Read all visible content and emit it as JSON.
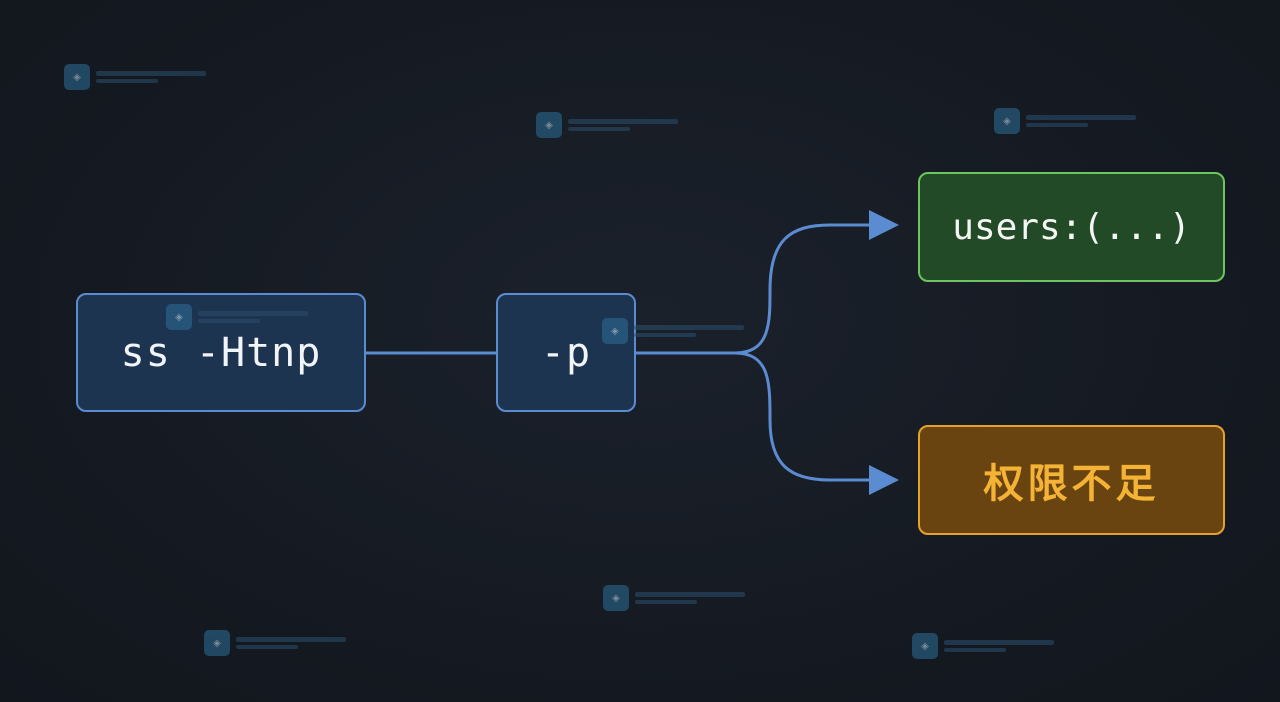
{
  "nodes": {
    "command": "ss -Htnp",
    "flag": "-p",
    "result_ok": "users:(...)",
    "result_denied": "权限不足"
  },
  "colors": {
    "background": "#161b23",
    "command_border": "#5b8bd1",
    "command_fill": "#1d3450",
    "success_border": "#6cc55e",
    "success_fill": "#234a26",
    "warning_border": "#e4a22d",
    "warning_fill": "#6a4410",
    "warning_text": "#f5b335",
    "connector": "#5b8bd1"
  },
  "watermark_icon": "logo-watermark-icon"
}
